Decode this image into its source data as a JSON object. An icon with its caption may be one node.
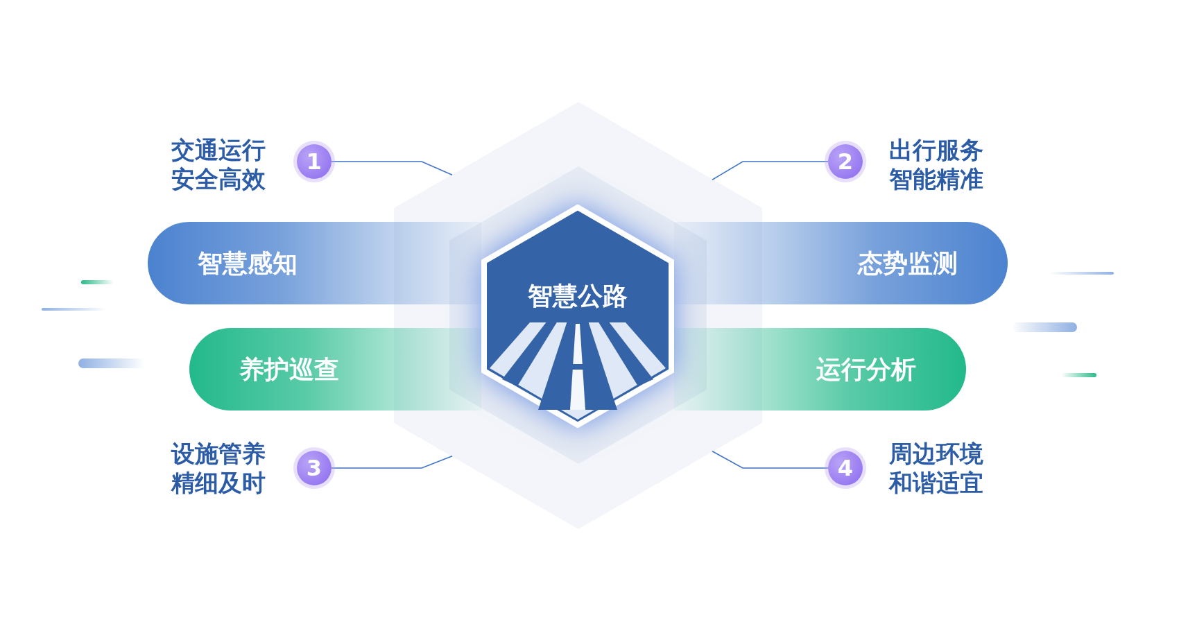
{
  "diagram": {
    "nodes": [
      {
        "text": [],
        "shape": "hexagon"
      },
      {
        "text": [
          "智慧公路"
        ],
        "in": 0
      },
      {
        "text": [
          "智慧感知"
        ]
      },
      {
        "text": [
          "态势监测"
        ]
      },
      {
        "text": [
          "养护巡查"
        ]
      },
      {
        "text": [
          "运行分析"
        ]
      },
      {
        "text": [
          "1"
        ],
        "beside": [
          "交通运行安全高效"
        ]
      },
      {
        "text": [
          "2"
        ],
        "beside": [
          "出行服务智能精准"
        ]
      },
      {
        "text": [
          "3"
        ],
        "beside": [
          "设施管养精细及时"
        ]
      },
      {
        "text": [
          "4"
        ],
        "beside": [
          "周边环境和谐适宜"
        ]
      }
    ],
    "edges": [
      {
        "from": 6,
        "to": 0,
        "arrow": "none"
      },
      {
        "from": 7,
        "to": 0,
        "arrow": "none"
      },
      {
        "from": 8,
        "to": 0,
        "arrow": "none"
      },
      {
        "from": 9,
        "to": 0,
        "arrow": "none"
      }
    ]
  }
}
